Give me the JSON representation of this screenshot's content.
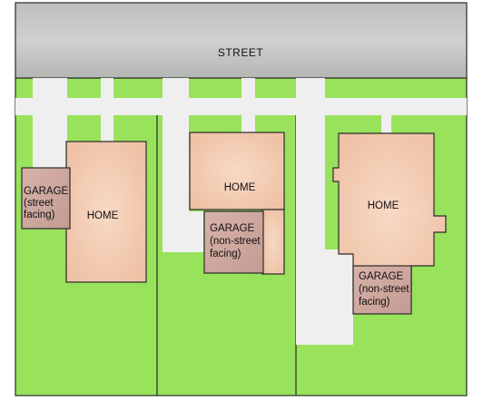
{
  "colors": {
    "lawn": "#99e25c",
    "street": "#c4c6c4",
    "walkway": "#efefef",
    "home": "#f4cdb3",
    "garage": "#cfa8a0",
    "outline": "#2a2a2a"
  },
  "street": {
    "label": "STREET"
  },
  "lots": [
    {
      "home": {
        "label": "HOME"
      },
      "garage": {
        "lines": [
          "GARAGE",
          "(street",
          "facing)"
        ]
      }
    },
    {
      "home": {
        "label": "HOME"
      },
      "garage": {
        "lines": [
          "GARAGE",
          "(non-street",
          "facing)"
        ]
      }
    },
    {
      "home": {
        "label": "HOME"
      },
      "garage": {
        "lines": [
          "GARAGE",
          "(non-street",
          "facing)"
        ]
      }
    }
  ]
}
